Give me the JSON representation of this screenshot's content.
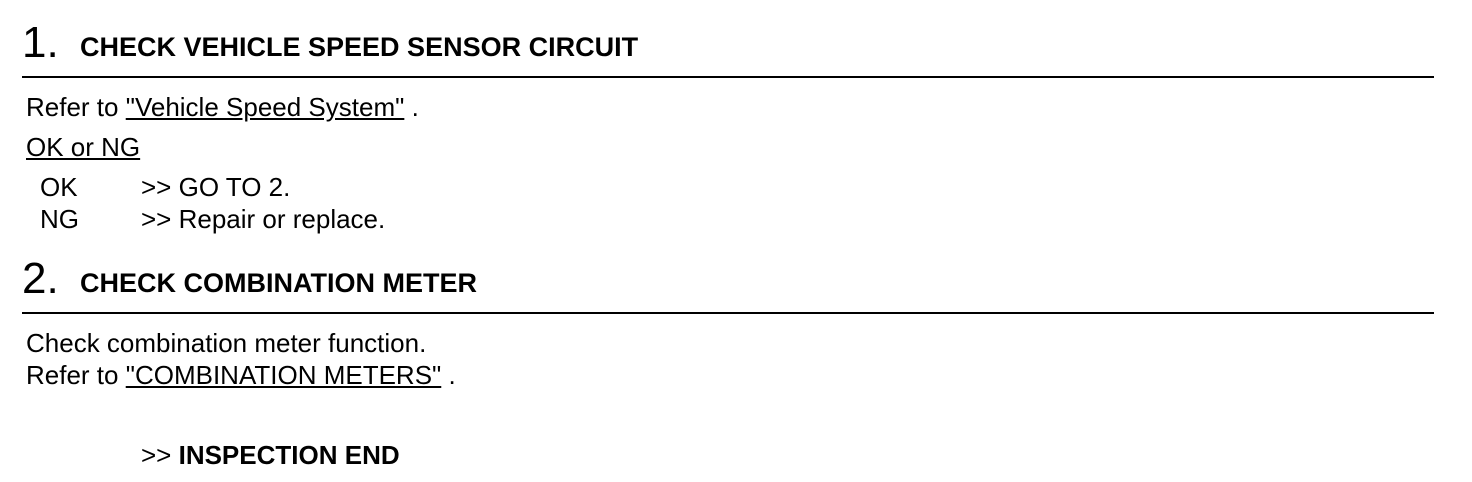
{
  "step1": {
    "number": "1.",
    "title": "CHECK VEHICLE SPEED SENSOR CIRCUIT",
    "refer_prefix": "Refer to ",
    "refer_link": "\"Vehicle Speed System\"",
    "refer_suffix": " .",
    "ok_ng_label": "OK or NG",
    "results": [
      {
        "code": "OK",
        "action": ">> GO TO 2."
      },
      {
        "code": "NG",
        "action": ">> Repair or replace."
      }
    ]
  },
  "step2": {
    "number": "2.",
    "title": "CHECK COMBINATION METER",
    "instruction": "Check combination meter function.",
    "refer_prefix": "Refer to ",
    "refer_link": "\"COMBINATION METERS\"",
    "refer_suffix": " .",
    "end_arrow": ">> ",
    "end_text": "INSPECTION END"
  }
}
